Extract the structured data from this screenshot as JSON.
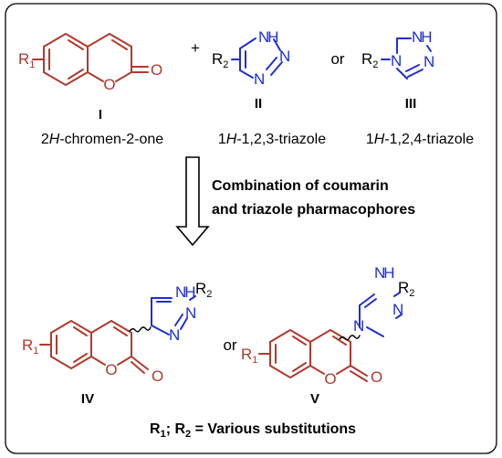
{
  "colors": {
    "red": "#b03a2e",
    "blue": "#1f2fd1",
    "black": "#000000"
  },
  "top": {
    "plus": "+",
    "or": "or",
    "compounds": [
      {
        "numeral": "I",
        "name_parts": [
          "2",
          "H",
          "-chromen-2-one"
        ],
        "substituent": "R",
        "sub_index": "1"
      },
      {
        "numeral": "II",
        "name_parts": [
          "1",
          "H",
          "-1,2,3-triazole"
        ],
        "substituent": "R",
        "sub_index": "2"
      },
      {
        "numeral": "III",
        "name_parts": [
          "1",
          "H",
          "-1,2,4-triazole"
        ],
        "substituent": "R",
        "sub_index": "2"
      }
    ]
  },
  "arrow_caption": [
    "Combination of coumarin",
    "and triazole pharmacophores"
  ],
  "bottom": {
    "or": "or",
    "compounds": [
      {
        "numeral": "IV"
      },
      {
        "numeral": "V"
      }
    ]
  },
  "atoms": {
    "O": "O",
    "N": "N",
    "H": "H",
    "R": "R",
    "one": "1",
    "two": "2"
  },
  "footer": {
    "R": "R",
    "i1": "1",
    "sep": "; ",
    "i2": "2",
    "rest": " = Various substitutions"
  }
}
